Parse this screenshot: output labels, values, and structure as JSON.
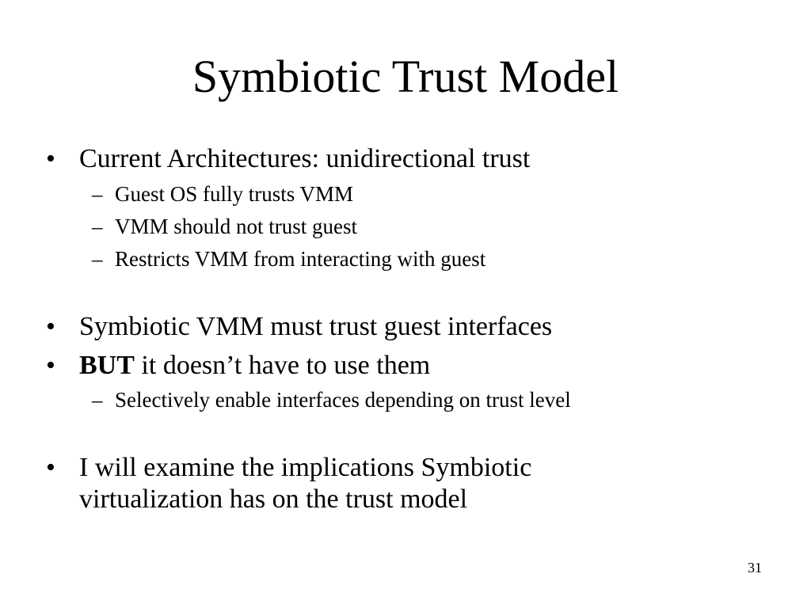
{
  "slide": {
    "title": "Symbiotic Trust Model",
    "bullet_marker": "•",
    "sub_marker": "–",
    "bullets": [
      {
        "text": "Current Architectures: unidirectional trust",
        "subs": [
          "Guest OS fully trusts VMM",
          "VMM should not trust guest",
          "Restricts VMM from interacting with guest"
        ]
      },
      {
        "text": "Symbiotic VMM must trust guest interfaces"
      },
      {
        "bold_prefix": "BUT",
        "text": " it doesn’t have to use them",
        "subs": [
          "Selectively enable interfaces depending on trust level"
        ]
      },
      {
        "line1": "I will examine the implications Symbiotic",
        "line2": "virtualization has on the trust model"
      }
    ],
    "page_number": "31"
  }
}
